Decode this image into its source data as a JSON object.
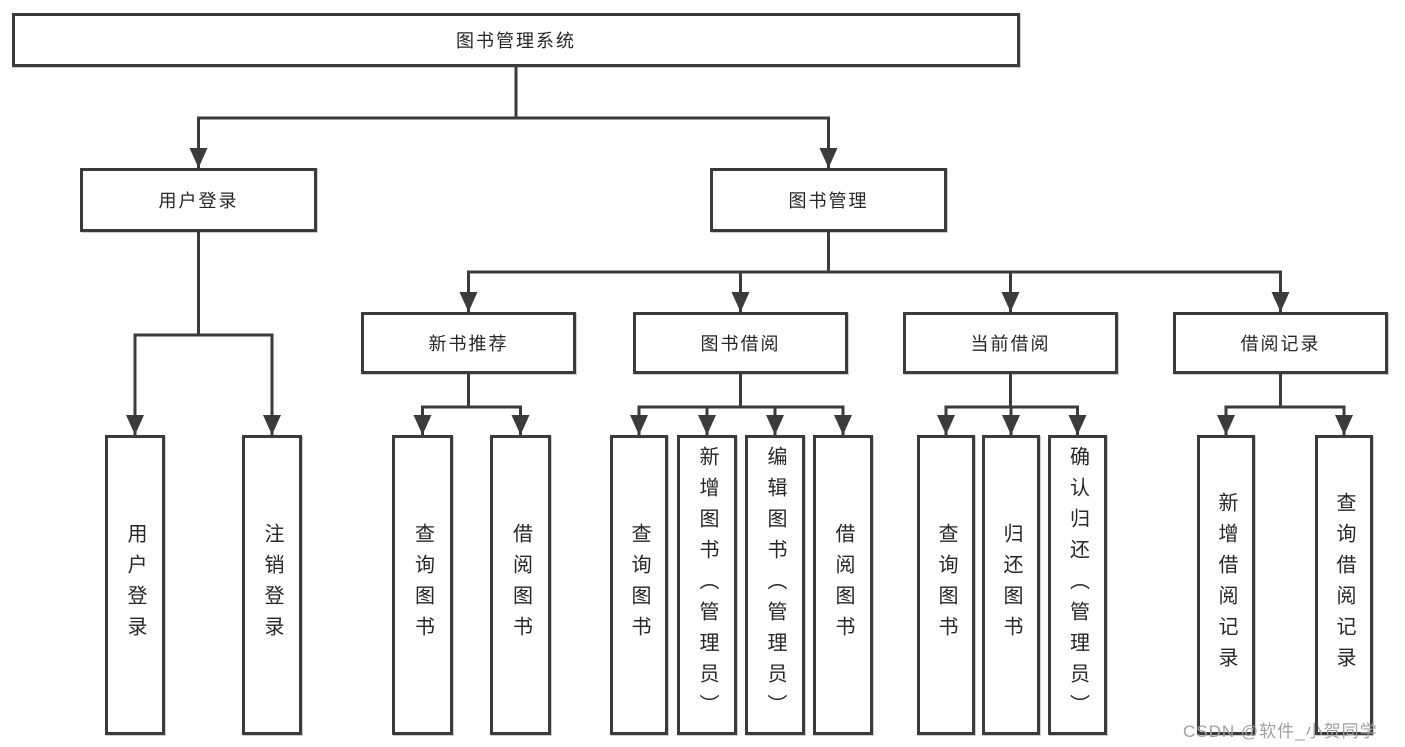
{
  "diagram_title": "图书管理系统",
  "tree": {
    "label": "图书管理系统",
    "children": [
      {
        "label": "用户登录",
        "children": [
          {
            "label": "用户登录"
          },
          {
            "label": "注销登录"
          }
        ]
      },
      {
        "label": "图书管理",
        "children": [
          {
            "label": "新书推荐",
            "children": [
              {
                "label": "查询图书"
              },
              {
                "label": "借阅图书"
              }
            ]
          },
          {
            "label": "图书借阅",
            "children": [
              {
                "label": "查询图书"
              },
              {
                "label": "新增图书（管理员）"
              },
              {
                "label": "编辑图书（管理员）"
              },
              {
                "label": "借阅图书"
              }
            ]
          },
          {
            "label": "当前借阅",
            "children": [
              {
                "label": "查询图书"
              },
              {
                "label": "归还图书"
              },
              {
                "label": "确认归还（管理员）"
              }
            ]
          },
          {
            "label": "借阅记录",
            "children": [
              {
                "label": "新增借阅记录"
              },
              {
                "label": "查询借阅记录"
              }
            ]
          }
        ]
      }
    ]
  },
  "watermark": {
    "text": "CSDN @软件_小贺同学"
  },
  "colors": {
    "line": "#3b3b3b",
    "box_border": "#3b3b3b",
    "text": "#262626",
    "watermark": "#9f9f9f",
    "background": "#ffffff"
  }
}
